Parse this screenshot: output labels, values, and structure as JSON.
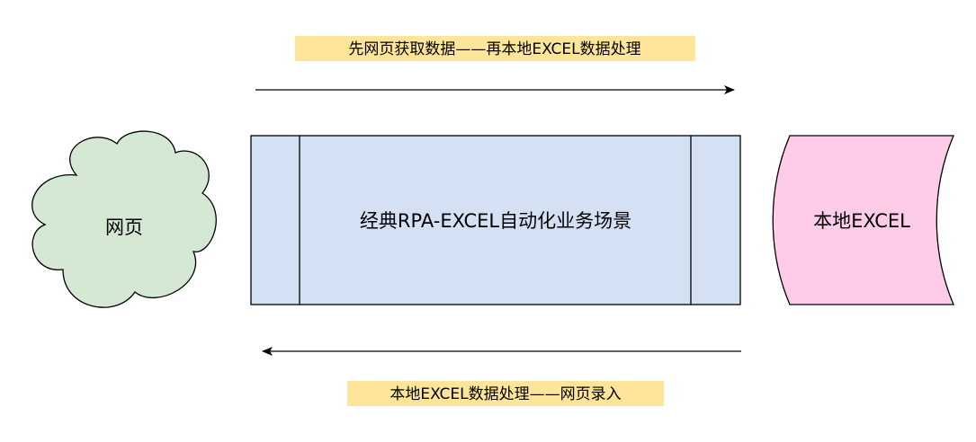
{
  "nodes": {
    "web": {
      "label": "网页",
      "fill": "#d5e8d4",
      "stroke": "#000000"
    },
    "rpa": {
      "label": "经典RPA-EXCEL自动化业务场景",
      "fill": "#d4e1f4",
      "stroke": "#000000"
    },
    "excel": {
      "label": "本地EXCEL",
      "fill": "#fecbe8",
      "stroke": "#000000"
    }
  },
  "edges": {
    "forward": {
      "label": "先网页获取数据——再本地EXCEL数据处理",
      "direction": "right"
    },
    "backward": {
      "label": "本地EXCEL数据处理——网页录入",
      "direction": "left"
    }
  },
  "colors": {
    "label_highlight": "#ffe599",
    "line": "#000000"
  }
}
